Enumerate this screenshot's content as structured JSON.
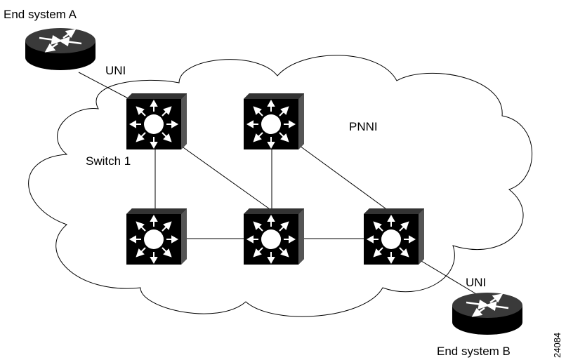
{
  "labels": {
    "end_system_a": "End system A",
    "end_system_b": "End system B",
    "uni_top": "UNI",
    "uni_bottom": "UNI",
    "pnni": "PNNI",
    "switch_1": "Switch 1",
    "figure_id": "24084"
  },
  "nodes": [
    {
      "id": "end-system-a",
      "kind": "router"
    },
    {
      "id": "switch-1",
      "kind": "atm-switch"
    },
    {
      "id": "switch-top-middle",
      "kind": "atm-switch"
    },
    {
      "id": "switch-bottom-left",
      "kind": "atm-switch"
    },
    {
      "id": "switch-bottom-middle",
      "kind": "atm-switch"
    },
    {
      "id": "switch-bottom-right",
      "kind": "atm-switch"
    },
    {
      "id": "end-system-b",
      "kind": "router"
    }
  ],
  "links": [
    {
      "from": "end-system-a",
      "to": "switch-1",
      "label": "UNI"
    },
    {
      "from": "switch-1",
      "to": "switch-bottom-left"
    },
    {
      "from": "switch-1",
      "to": "switch-bottom-middle"
    },
    {
      "from": "switch-top-middle",
      "to": "switch-bottom-middle"
    },
    {
      "from": "switch-top-middle",
      "to": "switch-bottom-right"
    },
    {
      "from": "switch-bottom-left",
      "to": "switch-bottom-middle"
    },
    {
      "from": "switch-bottom-middle",
      "to": "switch-bottom-right"
    },
    {
      "from": "switch-bottom-right",
      "to": "end-system-b",
      "label": "UNI"
    }
  ]
}
